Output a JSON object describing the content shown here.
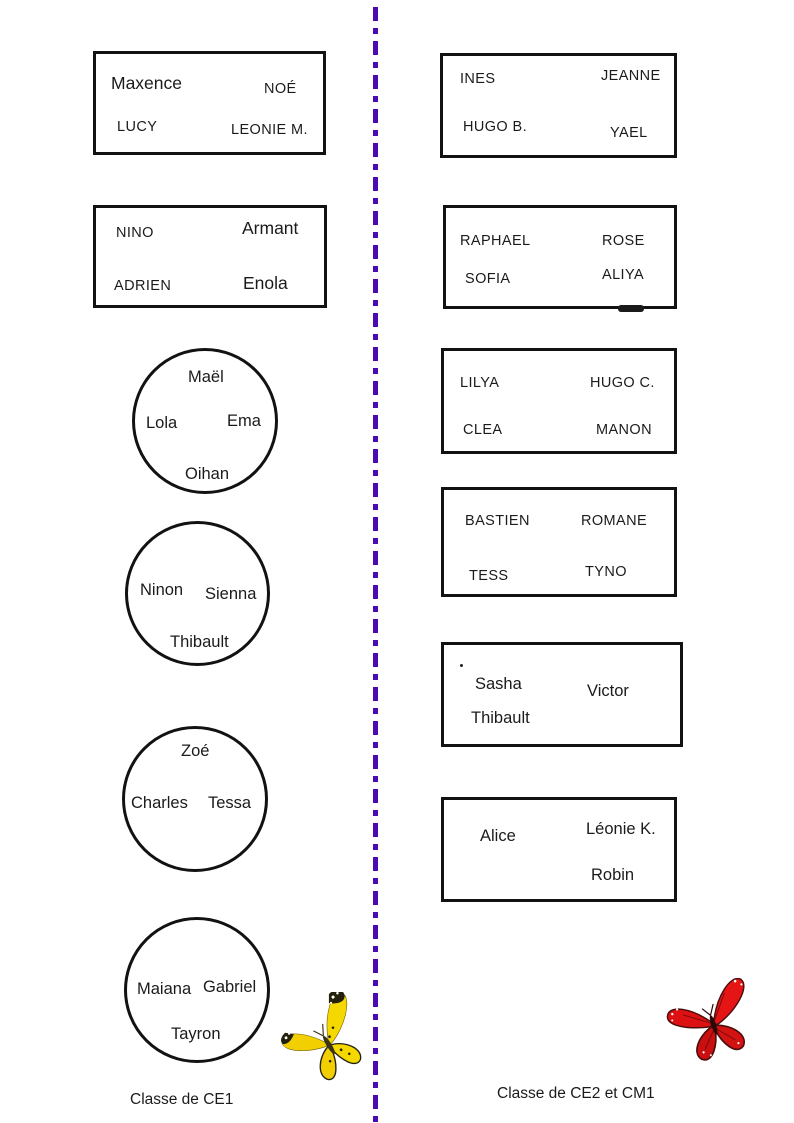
{
  "page": {
    "left_label": "Classe de CE1",
    "right_label": "Classe de CE2 et CM1"
  },
  "left_groups": [
    {
      "shape": "rectangle",
      "names": [
        "Maxence",
        "NOÉ",
        "LUCY",
        "LEONIE M."
      ]
    },
    {
      "shape": "rectangle",
      "names": [
        "NINO",
        "Armant",
        "ADRIEN",
        "Enola"
      ]
    },
    {
      "shape": "circle",
      "names": [
        "Maël",
        "Lola",
        "Ema",
        "Oihan"
      ]
    },
    {
      "shape": "circle",
      "names": [
        "Ninon",
        "Sienna",
        "Thibault"
      ]
    },
    {
      "shape": "circle",
      "names": [
        "Zoé",
        "Charles",
        "Tessa"
      ]
    },
    {
      "shape": "circle",
      "names": [
        "Maiana",
        "Gabriel",
        "Tayron"
      ]
    }
  ],
  "right_groups": [
    {
      "shape": "rectangle",
      "names": [
        "INES",
        "JEANNE",
        "HUGO B.",
        "YAEL"
      ]
    },
    {
      "shape": "rectangle",
      "names": [
        "RAPHAEL",
        "ROSE",
        "SOFIA",
        "ALIYA"
      ]
    },
    {
      "shape": "rectangle",
      "names": [
        "LILYA",
        "HUGO C.",
        "CLEA",
        "MANON"
      ]
    },
    {
      "shape": "rectangle",
      "names": [
        "BASTIEN",
        "ROMANE",
        "TESS",
        "TYNO"
      ]
    },
    {
      "shape": "rectangle",
      "names": [
        "Sasha",
        "Victor",
        "Thibault"
      ]
    },
    {
      "shape": "rectangle",
      "names": [
        "Alice",
        "Léonie K.",
        "Robin"
      ]
    }
  ],
  "decorations": {
    "left_butterfly": "yellow-butterfly",
    "right_butterfly": "red-butterfly"
  },
  "colors": {
    "divider": "#4b0bb3",
    "butterfly_yellow": "#f2cf00",
    "butterfly_red": "#dd1111",
    "border": "#121212"
  }
}
